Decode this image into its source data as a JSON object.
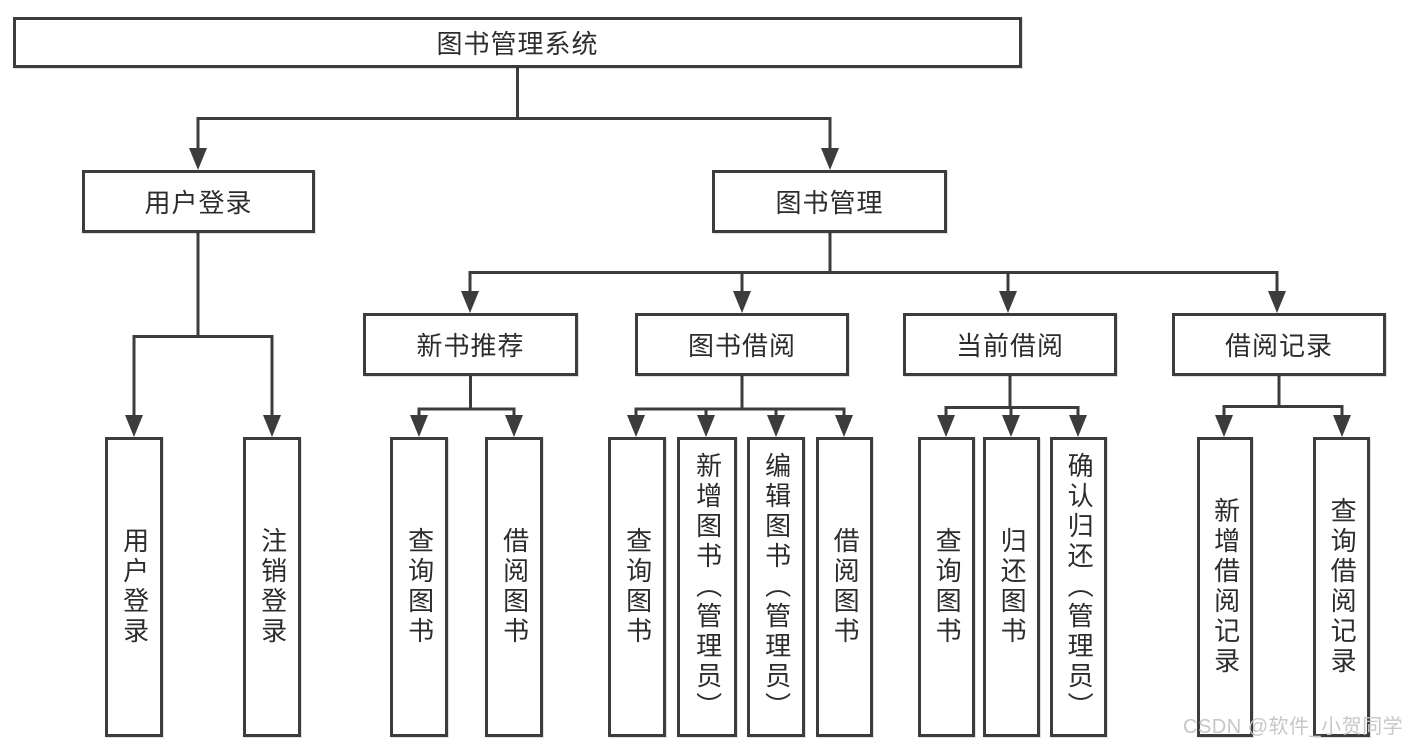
{
  "diagram": {
    "type": "tree",
    "title": "图书管理系统",
    "tree": {
      "label": "图书管理系统",
      "children": [
        {
          "label": "用户登录",
          "children": [
            {
              "label": "用户登录"
            },
            {
              "label": "注销登录"
            }
          ]
        },
        {
          "label": "图书管理",
          "children": [
            {
              "label": "新书推荐",
              "children": [
                {
                  "label": "查询图书"
                },
                {
                  "label": "借阅图书"
                }
              ]
            },
            {
              "label": "图书借阅",
              "children": [
                {
                  "label": "查询图书"
                },
                {
                  "label": "新增图书（管理员）"
                },
                {
                  "label": "编辑图书（管理员）"
                },
                {
                  "label": "借阅图书"
                }
              ]
            },
            {
              "label": "当前借阅",
              "children": [
                {
                  "label": "查询图书"
                },
                {
                  "label": "归还图书"
                },
                {
                  "label": "确认归还（管理员）"
                }
              ]
            },
            {
              "label": "借阅记录",
              "children": [
                {
                  "label": "新增借阅记录"
                },
                {
                  "label": "查询借阅记录"
                }
              ]
            }
          ]
        }
      ]
    },
    "colors": {
      "line": "#3c3c3c",
      "box_border": "#3c3c3c",
      "box_fill": "#ffffff",
      "text": "#2c2c2c",
      "watermark": "#c7c7c7",
      "background": "#ffffff"
    },
    "watermark": {
      "text": "CSDN @软件_小贺同学"
    }
  }
}
